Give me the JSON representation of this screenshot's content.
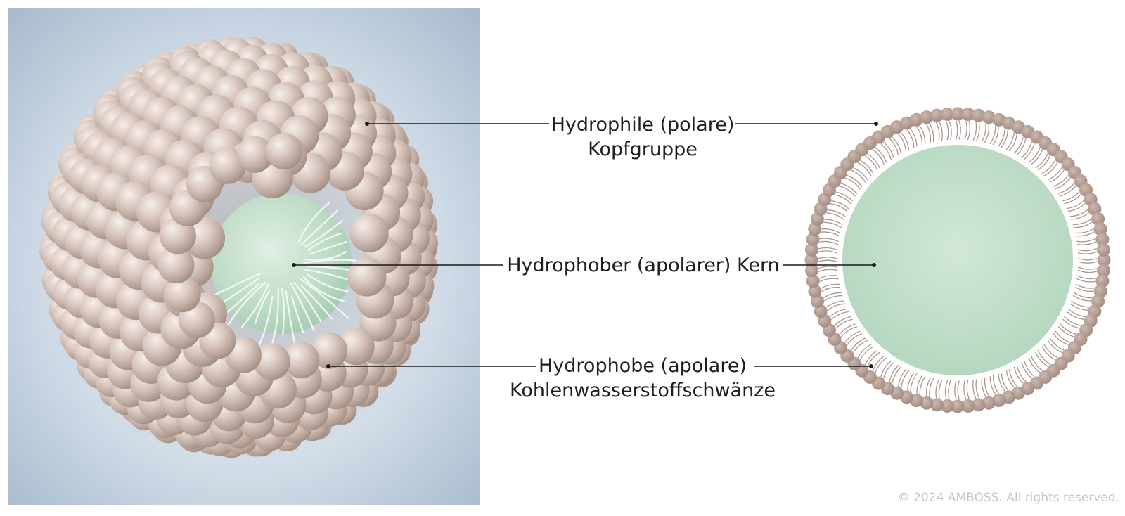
{
  "labels": {
    "head_line1": "Hydrophile (polare)",
    "head_line2": "Kopfgruppe",
    "core": "Hydrophober (apolarer) Kern",
    "tails_line1": "Hydrophobe (apolare)",
    "tails_line2": "Kohlenwasserstoffschwänze"
  },
  "copyright": "© 2024 AMBOSS. All rights reserved.",
  "colors": {
    "background_panel": "#bccbdb",
    "head_sphere": "#c3aea4",
    "core": "#c4e0cc",
    "line": "#1a1a1a",
    "text": "#1e1e1e"
  }
}
